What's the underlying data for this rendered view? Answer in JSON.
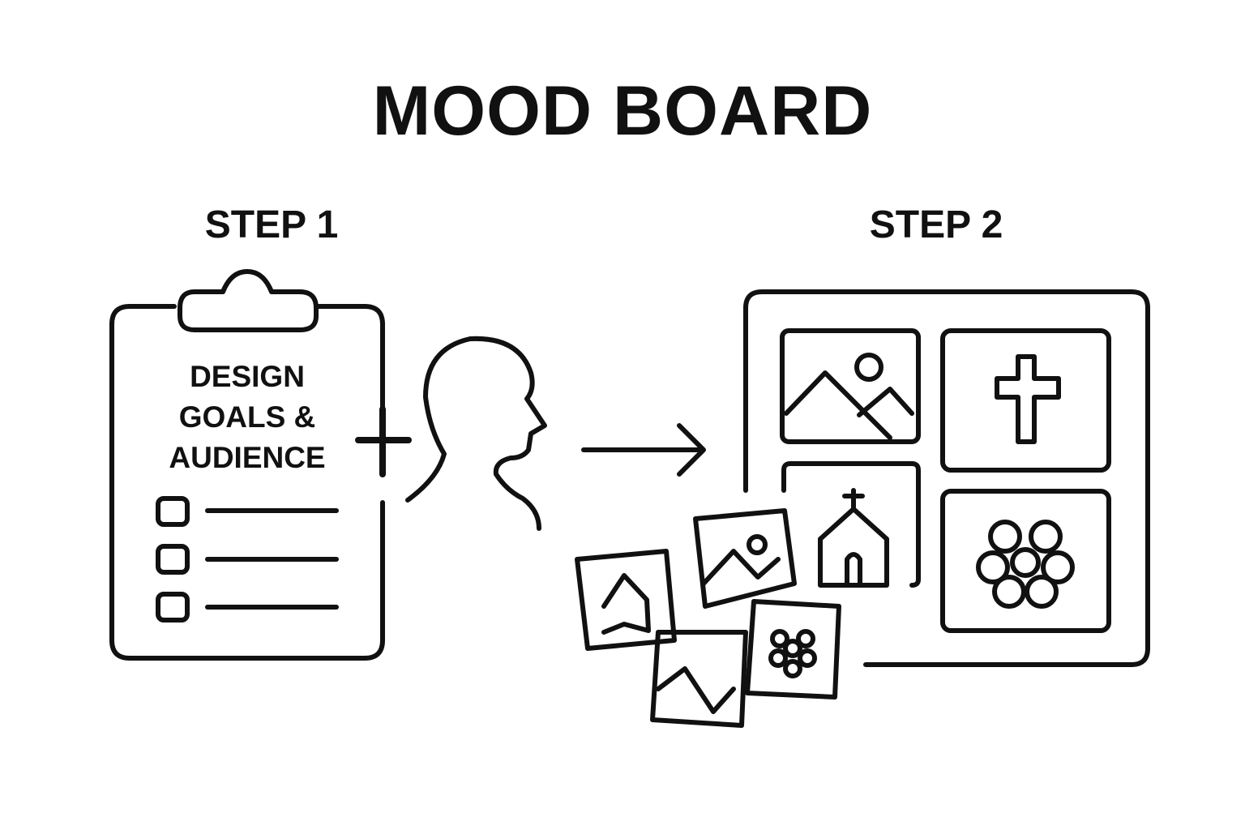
{
  "title": "MOOD BOARD",
  "step1": {
    "label": "STEP 1",
    "clipboard_lines": [
      "DESIGN",
      "GOALS &",
      "AUDIENCE"
    ]
  },
  "step2": {
    "label": "STEP 2"
  }
}
